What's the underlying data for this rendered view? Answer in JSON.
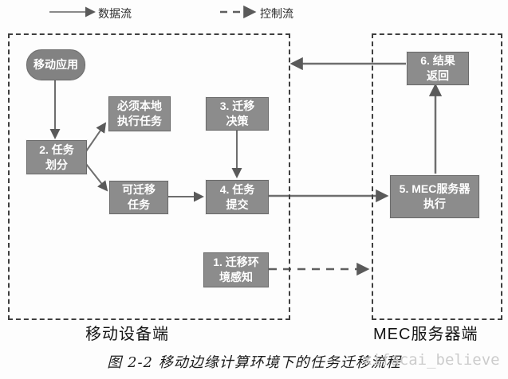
{
  "legend": {
    "data_flow_label": "数据流",
    "control_flow_label": "控制流"
  },
  "containers": {
    "device": {
      "label": "移动设备端"
    },
    "server": {
      "label": "MEC服务器端"
    }
  },
  "nodes": {
    "mobile_app": {
      "label": "移动应用"
    },
    "task_partition": {
      "label": "2. 任务\n划分"
    },
    "local_task": {
      "label": "必须本地\n执行任务"
    },
    "migratable_task": {
      "label": "可迁移\n任务"
    },
    "migration_decision": {
      "label": "3. 迁移\n决策"
    },
    "task_submit": {
      "label": "4. 任务\n提交"
    },
    "env_sense": {
      "label": "1. 迁移环\n境感知"
    },
    "result_return": {
      "label": "6. 结果\n返回"
    },
    "mec_execute": {
      "label": "5. MEC服务器\n执行"
    }
  },
  "edges": [
    {
      "from": "mobile_app",
      "to": "task_partition",
      "type": "data"
    },
    {
      "from": "task_partition",
      "to": "local_task",
      "type": "data"
    },
    {
      "from": "task_partition",
      "to": "migratable_task",
      "type": "data"
    },
    {
      "from": "migratable_task",
      "to": "task_submit",
      "type": "data"
    },
    {
      "from": "migration_decision",
      "to": "task_submit",
      "type": "data"
    },
    {
      "from": "task_submit",
      "to": "mec_execute",
      "type": "data"
    },
    {
      "from": "mec_execute",
      "to": "result_return",
      "type": "data"
    },
    {
      "from": "result_return",
      "to": "device_container",
      "type": "data"
    },
    {
      "from": "env_sense",
      "to": "server_container",
      "type": "control"
    }
  ],
  "caption": "图 2-2 移动边缘计算环境下的任务迁移流程",
  "watermark": "xifacai_believe",
  "colors": {
    "node_fill": "#8c8c8c",
    "node_border": "#6b6b6b",
    "node_text": "#ffffff",
    "arrow": "#6e6e6e",
    "arrowhead": "#5a5a5a",
    "container_border": "#3f3f3f",
    "background": "#fdfdfd",
    "watermark": "#cccccc"
  }
}
